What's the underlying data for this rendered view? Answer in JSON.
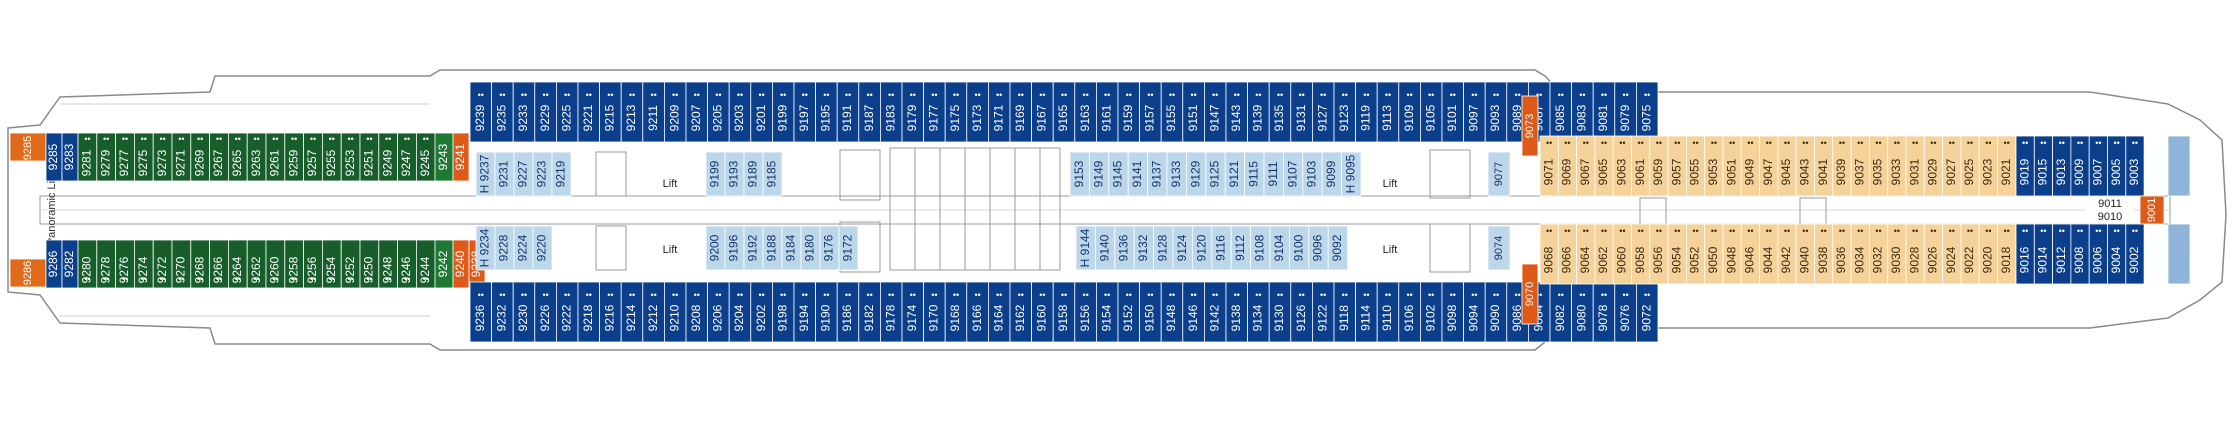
{
  "colors": {
    "balcony": "#0b3f8c",
    "oceanview": "#f5d29a",
    "interior": "#bcd6ea",
    "suite": "#175e2b",
    "suite_light": "#1e7a33",
    "corner": "#e06a1a",
    "aft_suite": "#de5a18",
    "service_blue": "#8fb4d9"
  },
  "labels": {
    "lift": "Lift",
    "panoramic_lift": "Panoramic Lift"
  },
  "aft_cabins_top": [
    "9285",
    "9283",
    "9281",
    "9279",
    "9277",
    "9275",
    "9273",
    "9271",
    "9269",
    "9267",
    "9265",
    "9263",
    "9261",
    "9259",
    "9257",
    "9255",
    "9253",
    "9251",
    "9249",
    "9247",
    "9245",
    "9243",
    "9241"
  ],
  "aft_cabins_bottom": [
    "9286",
    "9282",
    "9280",
    "9278",
    "9276",
    "9274",
    "9272",
    "9270",
    "9268",
    "9266",
    "9264",
    "9262",
    "9260",
    "9258",
    "9256",
    "9254",
    "9252",
    "9250",
    "9248",
    "9246",
    "9244",
    "9242",
    "9240",
    "9238"
  ],
  "mid_top_outer": [
    "9239",
    "9235",
    "9233",
    "9229",
    "9225",
    "9221",
    "9215",
    "9213",
    "9211",
    "9209",
    "9207",
    "9205",
    "9203",
    "9201",
    "9199",
    "9197",
    "9195",
    "9191",
    "9187",
    "9183",
    "9179",
    "9177",
    "9175",
    "9173",
    "9171",
    "9169",
    "9167",
    "9165",
    "9163",
    "9161",
    "9159",
    "9157",
    "9155",
    "9151",
    "9147",
    "9143",
    "9139",
    "9135",
    "9131",
    "9127",
    "9123",
    "9119",
    "9113",
    "9109",
    "9105",
    "9101",
    "9097",
    "9093",
    "9089",
    "9087",
    "9085",
    "9083",
    "9081",
    "9079",
    "9075"
  ],
  "mid_top_inner_a": [
    "H 9237",
    "9231",
    "9227",
    "9223",
    "9219"
  ],
  "mid_top_inner_b": [
    "9199",
    "9193",
    "9189",
    "9185"
  ],
  "mid_top_inner_c": [
    "9153",
    "9149",
    "9145",
    "9141",
    "9137",
    "9133",
    "9129",
    "9125",
    "9121",
    "9115",
    "9111",
    "9107",
    "9103",
    "9099",
    "H 9095"
  ],
  "mid_bottom_inner_a": [
    "H 9234",
    "9228",
    "9224",
    "9220"
  ],
  "mid_bottom_inner_b": [
    "9200",
    "9196",
    "9192",
    "9188",
    "9184",
    "9180",
    "9176",
    "9172"
  ],
  "mid_bottom_inner_c": [
    "H 9144",
    "9140",
    "9136",
    "9132",
    "9128",
    "9124",
    "9120",
    "9116",
    "9112",
    "9108",
    "9104",
    "9100",
    "9096",
    "9092"
  ],
  "mid_bottom_outer": [
    "9236",
    "9232",
    "9230",
    "9226",
    "9222",
    "9218",
    "9216",
    "9214",
    "9212",
    "9210",
    "9208",
    "9206",
    "9204",
    "9202",
    "9198",
    "9194",
    "9190",
    "9186",
    "9182",
    "9178",
    "9174",
    "9170",
    "9168",
    "9166",
    "9164",
    "9162",
    "9160",
    "9158",
    "9156",
    "9154",
    "9152",
    "9150",
    "9148",
    "9146",
    "9142",
    "9138",
    "9134",
    "9130",
    "9126",
    "9122",
    "9118",
    "9114",
    "9110",
    "9106",
    "9102",
    "9098",
    "9094",
    "9090",
    "9086",
    "9084",
    "9082",
    "9080",
    "9078",
    "9076",
    "9072"
  ],
  "fwd_interior_top": "9077",
  "fwd_interior_bottom": "9074",
  "corner_labels": [
    "9073",
    "9070",
    "9041",
    "9238"
  ],
  "ocean_top": [
    "9071",
    "9069",
    "9067",
    "9065",
    "9063",
    "9061",
    "9059",
    "9057",
    "9055",
    "9053",
    "9051",
    "9049",
    "9047",
    "9045",
    "9043",
    "9041",
    "9039",
    "9037",
    "9035",
    "9033",
    "9031",
    "9029",
    "9027",
    "9025",
    "9023",
    "9021"
  ],
  "ocean_bottom": [
    "9068",
    "9066",
    "9064",
    "9062",
    "9060",
    "9058",
    "9056",
    "9054",
    "9052",
    "9050",
    "9048",
    "9046",
    "9044",
    "9042",
    "9040",
    "9038",
    "9036",
    "9034",
    "9032",
    "9030",
    "9028",
    "9026",
    "9024",
    "9022",
    "9020",
    "9018"
  ],
  "bow_top": [
    "9019",
    "9015",
    "9013",
    "9009",
    "9007",
    "9005",
    "9003"
  ],
  "bow_bottom": [
    "9016",
    "9014",
    "9012",
    "9008",
    "9006",
    "9004",
    "9002"
  ],
  "bow_suite": "9001",
  "bow_center": [
    "9011",
    "9010"
  ],
  "aft_end_labels": [
    "9285",
    "9286"
  ]
}
